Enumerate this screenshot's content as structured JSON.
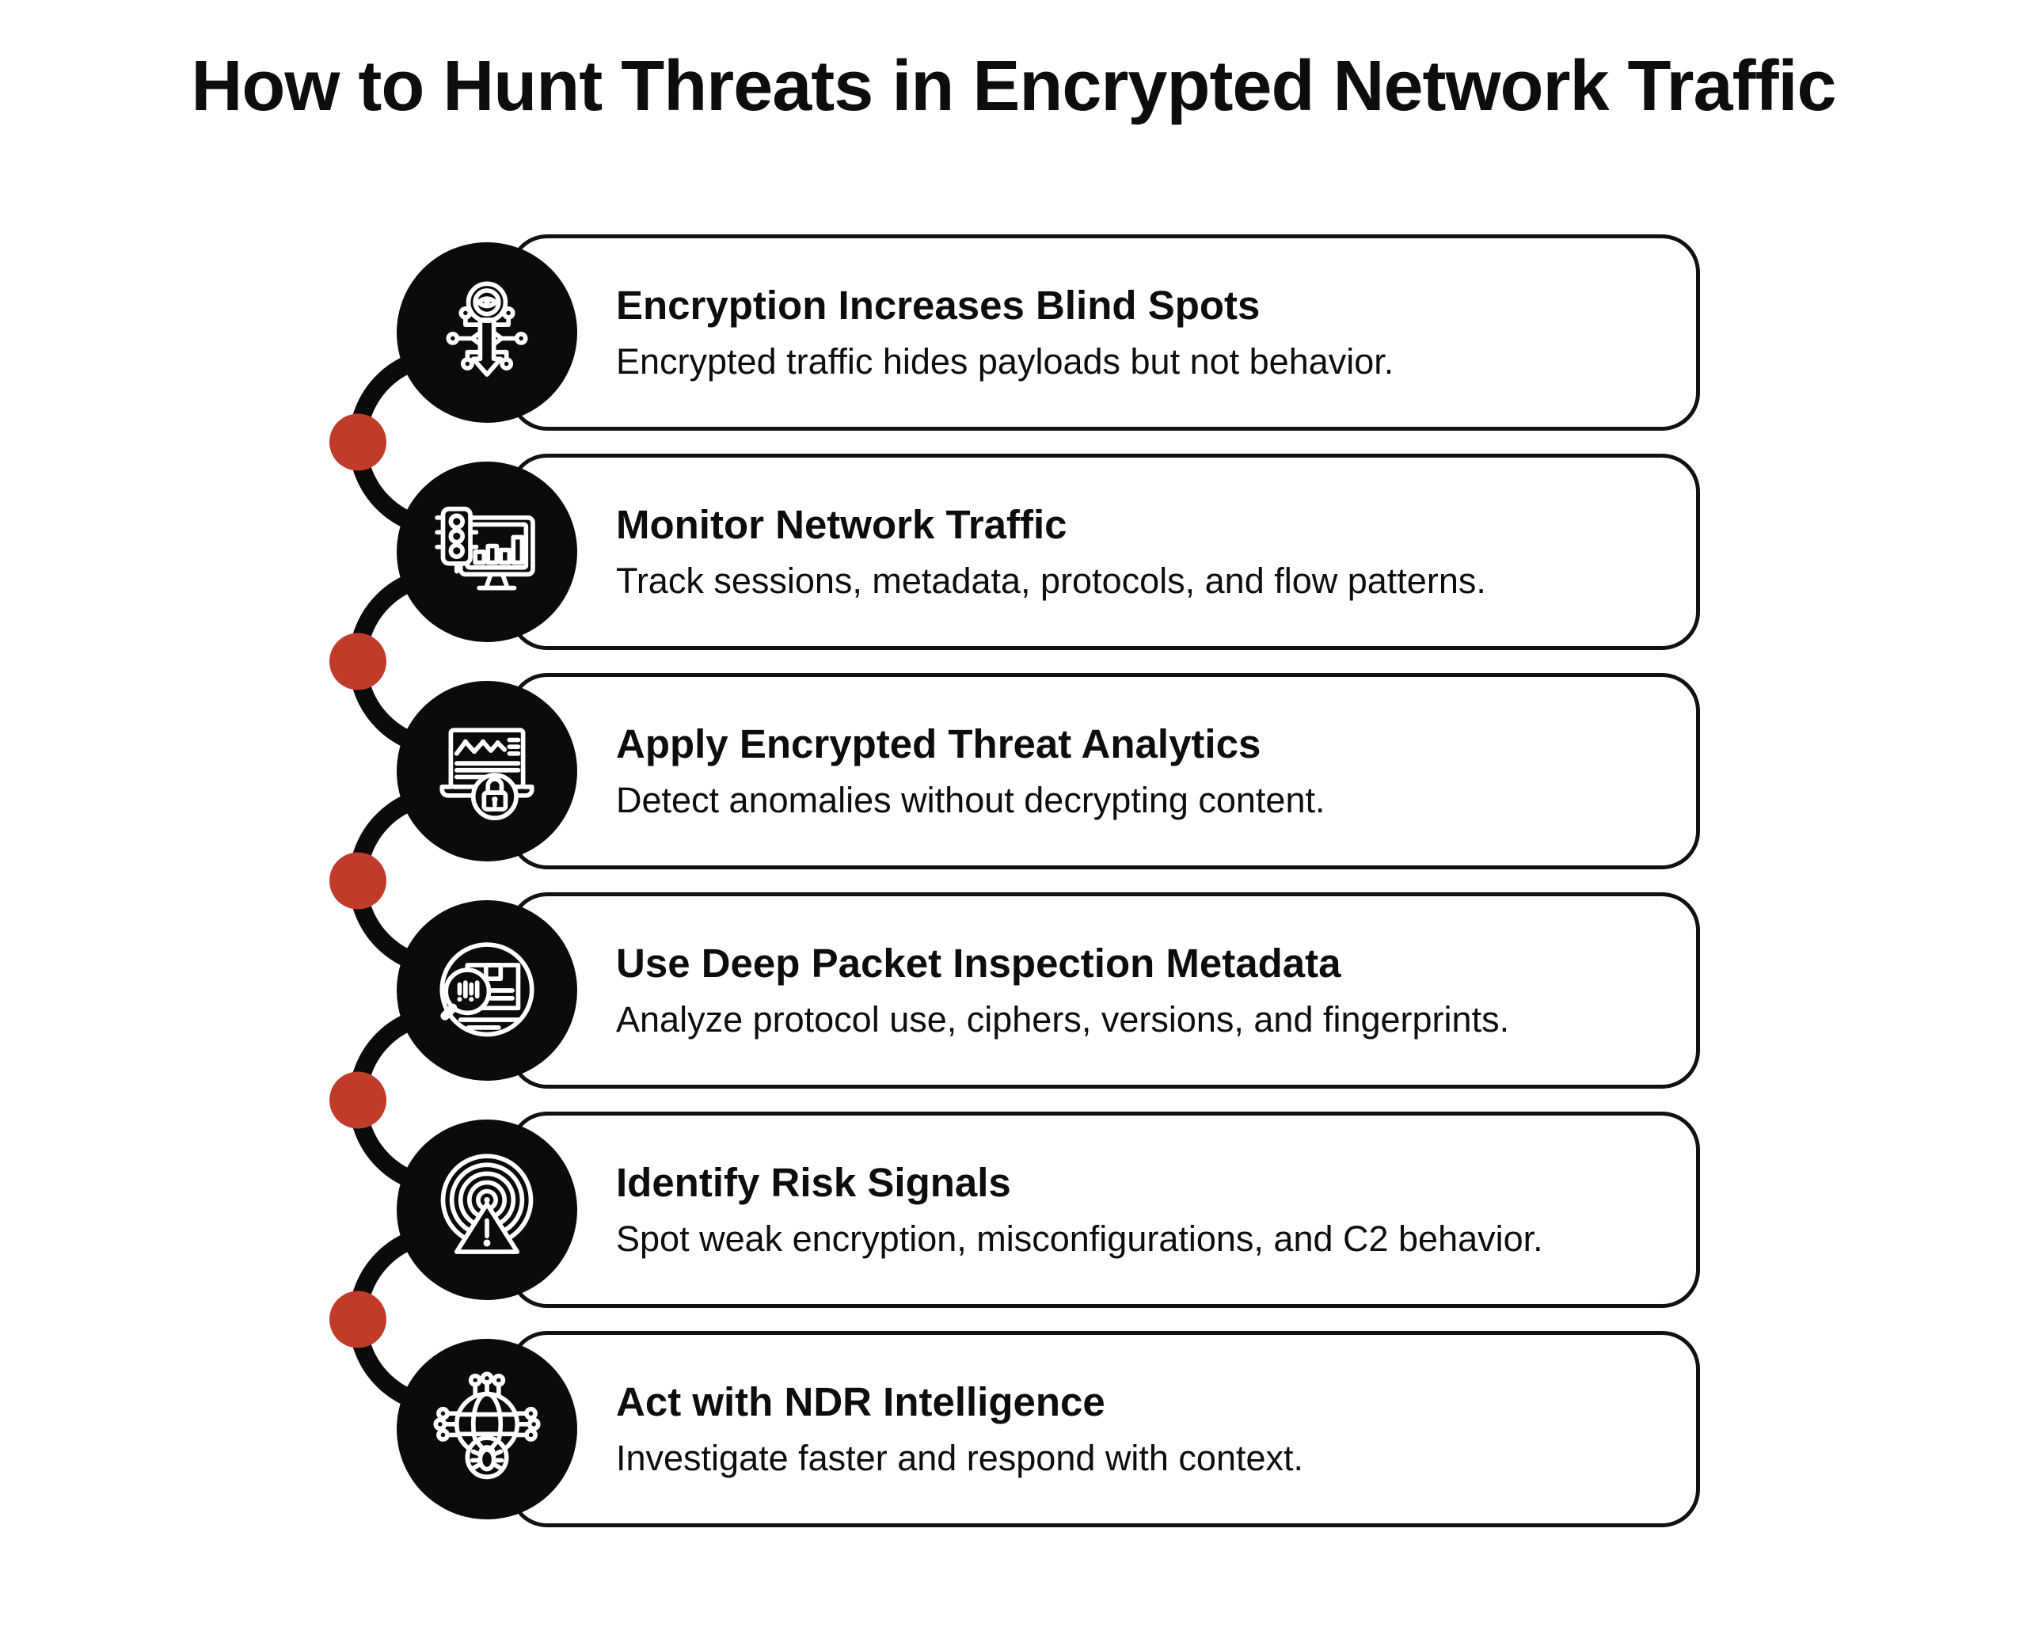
{
  "title": "How to Hunt Threats in Encrypted Network Traffic",
  "colors": {
    "background": "#ffffff",
    "ink": "#0d0d0d",
    "card_border": "#111111",
    "circle_fill": "#0b0b0b",
    "icon_stroke": "#ffffff",
    "connector": "#0b0b0b",
    "dot_red": "#c13b2b"
  },
  "steps": [
    {
      "icon": "encryption-key-eye-circuit-icon",
      "title": "Encryption Increases Blind Spots",
      "description": "Encrypted traffic hides payloads but not behavior."
    },
    {
      "icon": "traffic-light-monitor-icon",
      "title": "Monitor Network Traffic",
      "description": "Track sessions, metadata, protocols, and flow patterns."
    },
    {
      "icon": "laptop-analytics-lock-icon",
      "title": "Apply Encrypted Threat Analytics",
      "description": "Detect anomalies without decrypting content."
    },
    {
      "icon": "package-magnifier-icon",
      "title": "Use Deep Packet Inspection Metadata",
      "description": "Analyze protocol use, ciphers, versions, and fingerprints."
    },
    {
      "icon": "signal-warning-icon",
      "title": "Identify Risk Signals",
      "description": "Spot weak encryption, misconfigurations, and C2 behavior."
    },
    {
      "icon": "globe-circuit-bug-icon",
      "title": "Act with NDR Intelligence",
      "description": "Investigate faster and respond with context."
    }
  ]
}
